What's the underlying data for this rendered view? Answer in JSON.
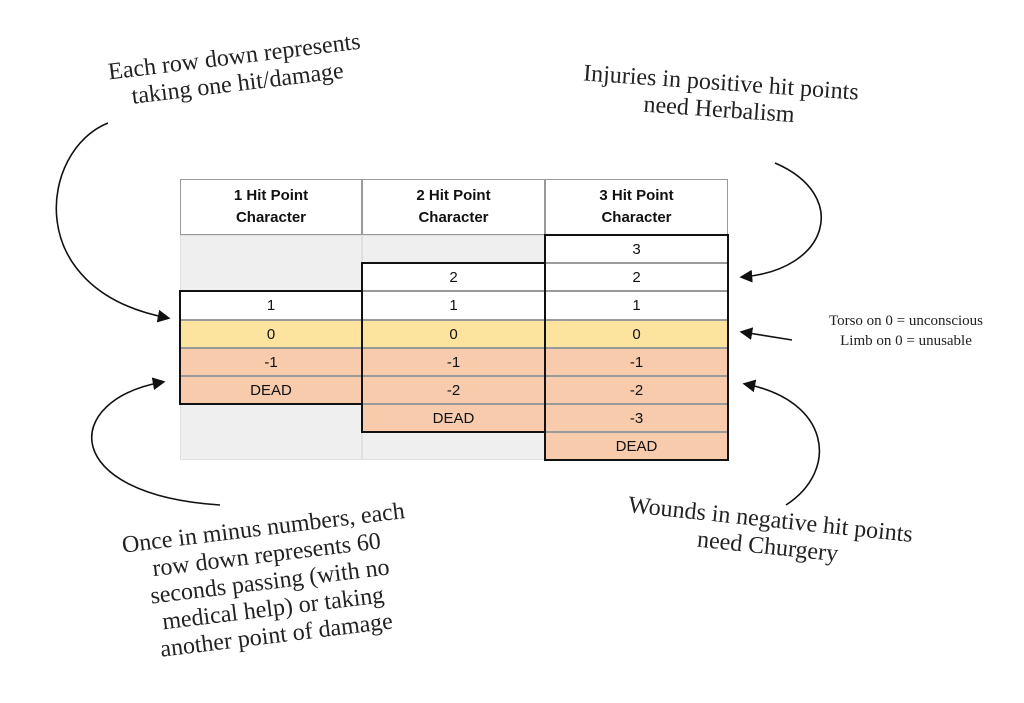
{
  "table": {
    "headers": [
      [
        "1 Hit Point",
        "Character"
      ],
      [
        "2 Hit Point",
        "Character"
      ],
      [
        "3 Hit Point",
        "Character"
      ]
    ],
    "columns": [
      [
        "",
        "",
        "1",
        "0",
        "-1",
        "DEAD",
        ""
      ],
      [
        "",
        "2",
        "1",
        "0",
        "-1",
        "-2",
        "DEAD"
      ],
      [
        "3",
        "2",
        "1",
        "0",
        "-1",
        "-2",
        "-3",
        "DEAD"
      ]
    ],
    "colors": {
      "positive": "#ffffff",
      "zero": "#fde49e",
      "negative": "#f8cbad",
      "empty": "#efefef"
    }
  },
  "annotations": {
    "top_left": [
      "Each row down represents",
      "taking one hit/damage"
    ],
    "top_right": [
      "Injuries in positive hit points",
      "need Herbalism"
    ],
    "mid_right": [
      "Torso on 0 = unconscious",
      "Limb on 0 = unusable"
    ],
    "bottom_left": [
      "Once in minus numbers, each",
      "row down represents 60",
      "seconds passing (with no",
      "medical help) or taking",
      "another point of damage"
    ],
    "bottom_right": [
      "Wounds in negative hit points",
      "need Churgery"
    ]
  }
}
